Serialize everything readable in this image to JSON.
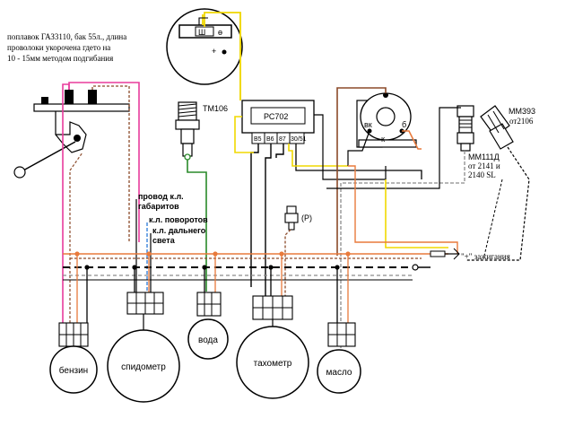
{
  "colors": {
    "yellow": "#f0d800",
    "orange": "#e87a3c",
    "brown": "#8b4a2a",
    "pink": "#e83c9c",
    "green": "#2a8a2a",
    "blue": "#2a7ad8",
    "black": "#000000",
    "grey": "#8c8c8c",
    "white_bg": "#ffffff"
  },
  "notes": {
    "float_line1": "поплавок ГАЗ3110, бак 55л., длина",
    "float_line2": "проволоки укорочена гдето на",
    "float_line3": "10 - 15мм методом подгибания"
  },
  "components": {
    "tm106": "ТМ106",
    "rs702": "РС702",
    "rs702_pins": [
      "В5",
      "В6",
      "87",
      "30/51"
    ],
    "mm393": "ММ393",
    "mm393_sub": "от2106",
    "mm111": "ММ111Д",
    "mm111_sub1": "от 2141 и",
    "mm111_sub2": "2140 SL",
    "sensor_p": "(Р)",
    "shunt_label": "Ш",
    "tach_plus": "+",
    "tach_dot": "●"
  },
  "wire_labels": {
    "gabarit1": "провод к.л.",
    "gabarit2": "габаритов",
    "turn": "к.л. поворотов",
    "high1": "к.л. дальнего",
    "high2": "света",
    "ignition": "\"+\" зажигания"
  },
  "gauges": {
    "fuel": "бензин",
    "speedo": "спидометр",
    "water": "вода",
    "tacho": "тахометр",
    "oil": "масло"
  },
  "coil_terminals": {
    "vk": "вк",
    "b": "б",
    "k": "к"
  }
}
